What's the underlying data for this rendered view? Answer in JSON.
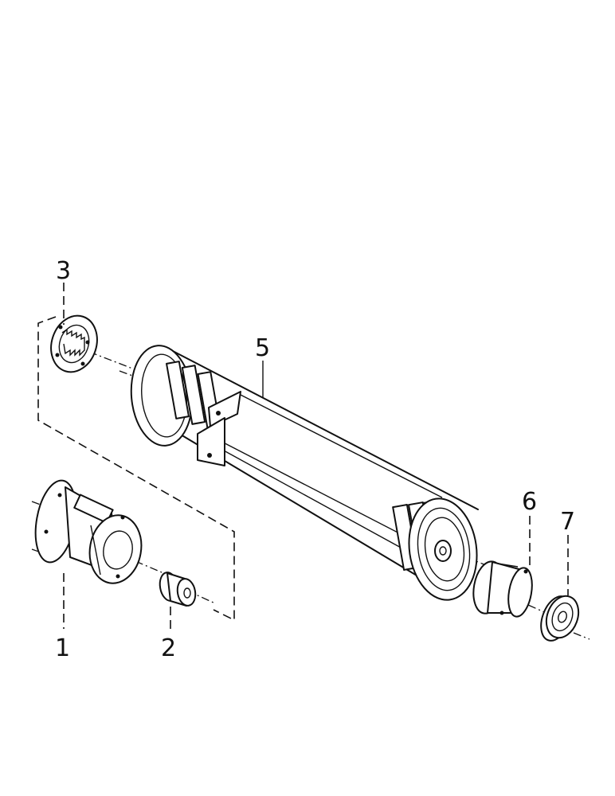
{
  "callouts": [
    {
      "id": "part-1",
      "label": "1"
    },
    {
      "id": "part-2",
      "label": "2"
    },
    {
      "id": "part-3",
      "label": "3"
    },
    {
      "id": "part-5",
      "label": "5"
    },
    {
      "id": "part-6",
      "label": "6"
    },
    {
      "id": "part-7",
      "label": "7"
    }
  ]
}
